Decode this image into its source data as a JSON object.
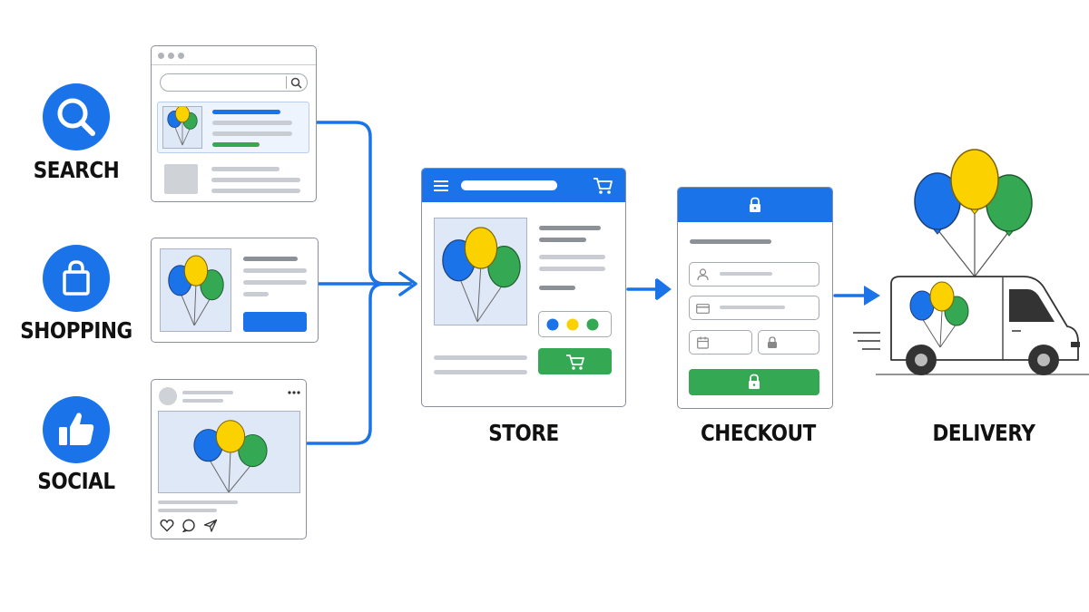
{
  "colors": {
    "blue": "#1a73e8",
    "green": "#34a853",
    "yellow": "#fbd100",
    "thumb_bg": "#dfe8f7"
  },
  "channels": [
    {
      "label": "SEARCH",
      "icon": "magnifier-icon"
    },
    {
      "label": "SHOPPING",
      "icon": "shopping-bag-icon"
    },
    {
      "label": "SOCIAL",
      "icon": "thumbs-up-icon"
    }
  ],
  "stages": [
    {
      "label": "STORE"
    },
    {
      "label": "CHECKOUT"
    },
    {
      "label": "DELIVERY"
    }
  ],
  "store_color_swatches": [
    "#1a73e8",
    "#fbd100",
    "#34a853"
  ]
}
